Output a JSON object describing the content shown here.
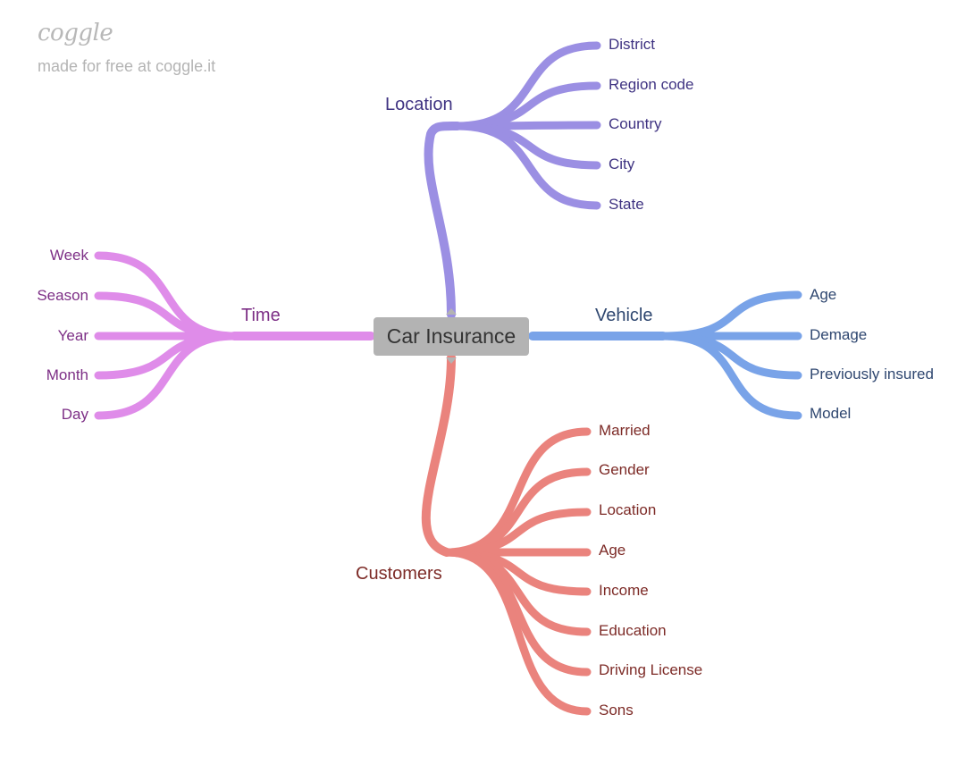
{
  "brand": {
    "logo": "coggle",
    "tagline": "made for free at coggle.it"
  },
  "root": {
    "label": "Car Insurance",
    "color": "#b3b3b3"
  },
  "branches": {
    "location": {
      "label": "Location",
      "color": "#9b8fe3",
      "text_color": "#3f3382",
      "children": [
        "District",
        "Region code",
        "Country",
        "City",
        "State"
      ]
    },
    "time": {
      "label": "Time",
      "color": "#df8ce9",
      "text_color": "#7d2f86",
      "children": [
        "Week",
        "Season",
        "Year",
        "Month",
        "Day"
      ]
    },
    "vehicle": {
      "label": "Vehicle",
      "color": "#79a3e8",
      "text_color": "#2f4770",
      "children": [
        "Age",
        "Demage",
        "Previously insured",
        "Model"
      ]
    },
    "customers": {
      "label": "Customers",
      "color": "#ea837d",
      "text_color": "#7d2b27",
      "children": [
        "Married",
        "Gender",
        "Location",
        "Age",
        "Income",
        "Education",
        "Driving License",
        "Sons"
      ]
    }
  }
}
